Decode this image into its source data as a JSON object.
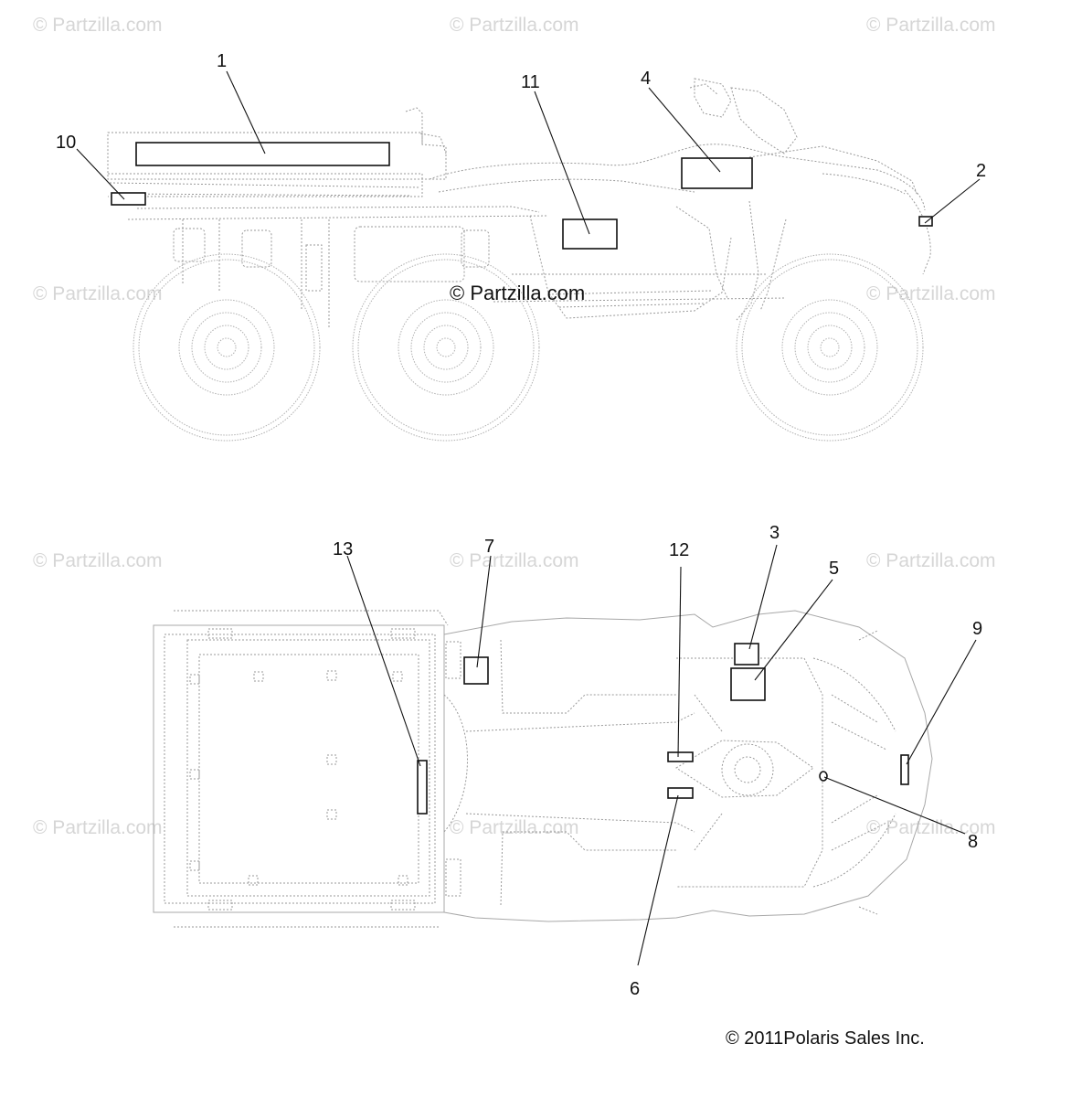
{
  "watermark": {
    "text": "© Partzilla.com"
  },
  "center_watermark": "© Partzilla.com",
  "copyright": "© 2011Polaris Sales Inc.",
  "callouts": {
    "c1": "1",
    "c2": "2",
    "c3": "3",
    "c4": "4",
    "c5": "5",
    "c6": "6",
    "c7": "7",
    "c8": "8",
    "c9": "9",
    "c10": "10",
    "c11": "11",
    "c12": "12",
    "c13": "13"
  }
}
